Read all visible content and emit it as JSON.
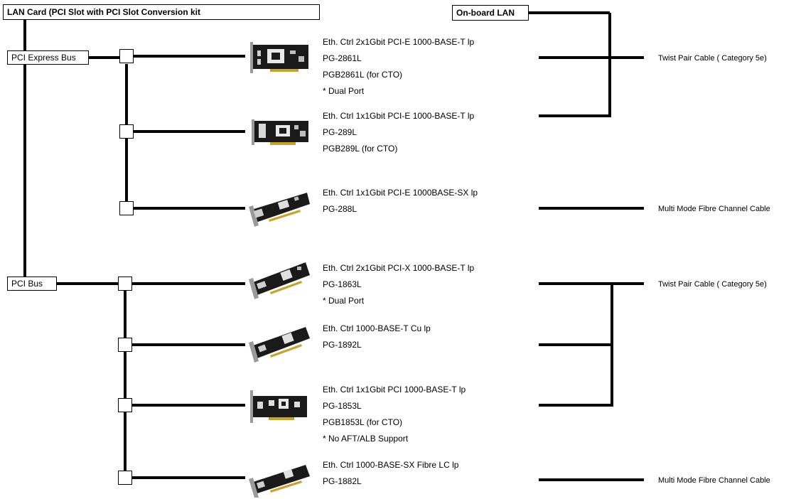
{
  "header": {
    "lan_card": "LAN Card (PCI Slot with PCI Slot Conversion kit",
    "onboard_lan": "On-board LAN"
  },
  "buses": {
    "pci_express": "PCI Express Bus",
    "pci": "PCI Bus"
  },
  "cards": [
    {
      "lines": [
        "Eth. Ctrl 2x1Gbit PCI-E 1000-BASE-T lp",
        "PG-2861L",
        "PGB2861L (for CTO)",
        "* Dual Port"
      ]
    },
    {
      "lines": [
        "Eth. Ctrl 1x1Gbit PCI-E 1000-BASE-T lp",
        "PG-289L",
        "PGB289L (for CTO)"
      ]
    },
    {
      "lines": [
        "Eth. Ctrl 1x1Gbit PCI-E 1000BASE-SX lp",
        "PG-288L"
      ]
    },
    {
      "lines": [
        "Eth. Ctrl 2x1Gbit PCI-X 1000-BASE-T lp",
        "PG-1863L",
        "* Dual Port"
      ]
    },
    {
      "lines": [
        "Eth. Ctrl 1000-BASE-T Cu lp",
        "PG-1892L"
      ]
    },
    {
      "lines": [
        "Eth. Ctrl 1x1Gbit PCI 1000-BASE-T lp",
        "PG-1853L",
        "PGB1853L (for CTO)",
        "* No AFT/ALB Support"
      ]
    },
    {
      "lines": [
        "Eth. Ctrl 1000-BASE-SX Fibre LC lp",
        "PG-1882L"
      ]
    }
  ],
  "cables": {
    "twisted_pair_1": "Twist Pair Cable ( Category 5e)",
    "fibre_1": "Multi Mode Fibre Channel Cable",
    "twisted_pair_2": "Twist Pair Cable ( Category 5e)",
    "fibre_2": "Multi Mode Fibre Channel Cable"
  },
  "colors": {
    "line": "#000000",
    "card_board": "#1a1a1a",
    "card_bracket": "#9a9a9a"
  },
  "icons": {
    "card": "network-card-icon"
  }
}
